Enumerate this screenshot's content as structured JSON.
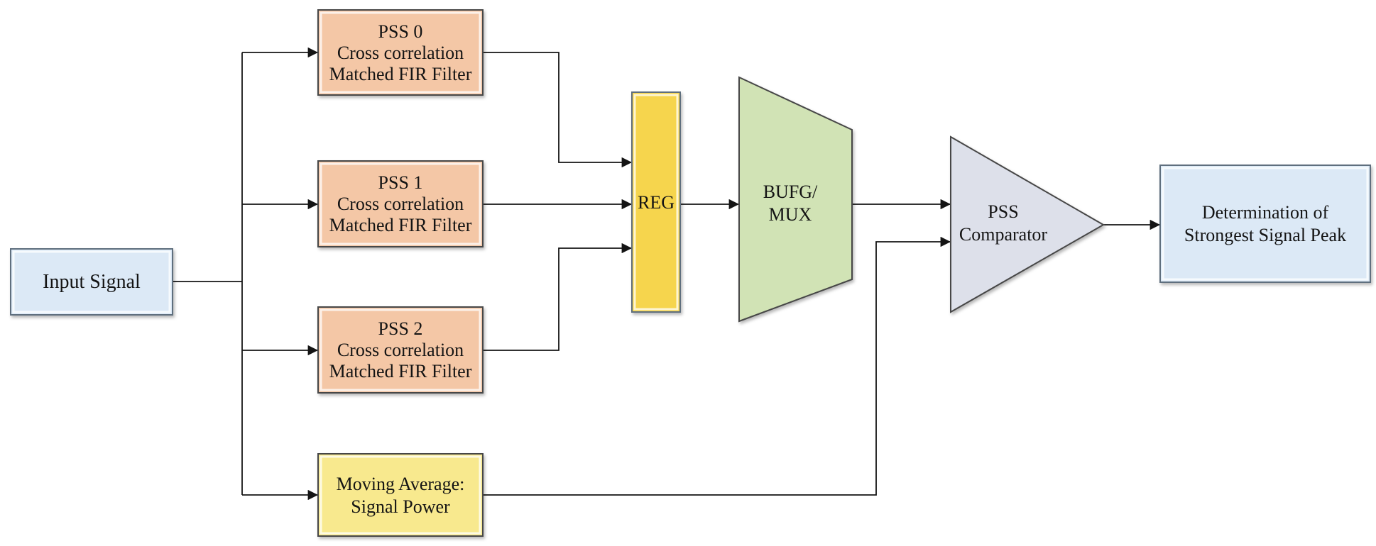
{
  "diagram": {
    "nodes": {
      "input_signal": {
        "label": "Input Signal"
      },
      "pss0": {
        "lines": [
          "PSS 0",
          "Cross correlation",
          "Matched FIR Filter"
        ]
      },
      "pss1": {
        "lines": [
          "PSS 1",
          "Cross correlation",
          "Matched FIR Filter"
        ]
      },
      "pss2": {
        "lines": [
          "PSS 2",
          "Cross correlation",
          "Matched FIR Filter"
        ]
      },
      "moving_average": {
        "lines": [
          "Moving Average:",
          "Signal Power"
        ]
      },
      "reg": {
        "label": "REG"
      },
      "bufg_mux": {
        "lines": [
          "BUFG/",
          "MUX"
        ]
      },
      "pss_comparator": {
        "lines": [
          "PSS",
          "Comparator"
        ]
      },
      "determination": {
        "lines": [
          "Determination of",
          "Strongest Signal Peak"
        ]
      }
    },
    "colors": {
      "io_box_fill": "#dce9f6",
      "io_box_border": "#5f6f7e",
      "pss_box_fill": "#f4c7a6",
      "moving_average_fill": "#f8e98e",
      "reg_fill": "#f6d54d",
      "reg_border": "#5f6f7e",
      "mux_fill": "#d1e3b5",
      "comparator_fill": "#dde0ea",
      "box_border": "#474747",
      "connector": "#141414"
    }
  }
}
